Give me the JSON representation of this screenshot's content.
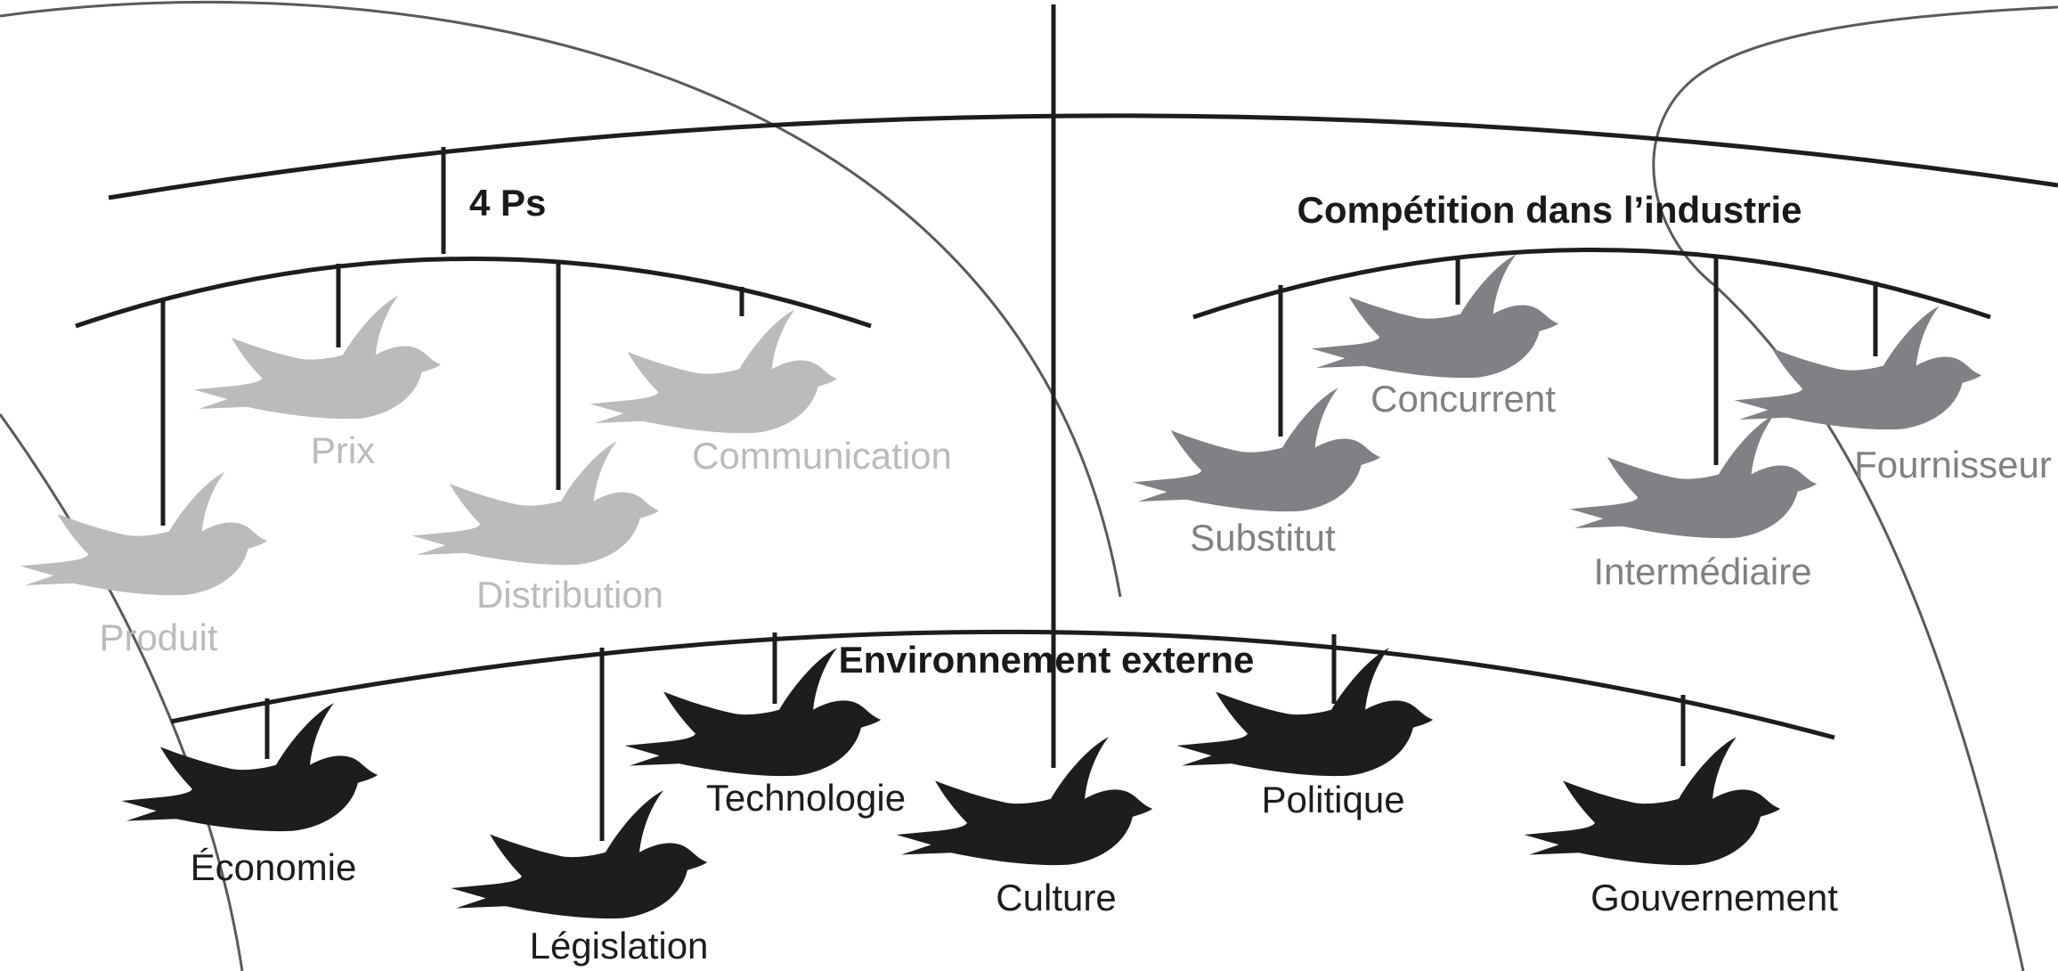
{
  "colors": {
    "light": "#babbbd",
    "medium": "#808184",
    "dark": "#1d1d1f",
    "line": "#1d1d1f",
    "circle": "#5a5a5a"
  },
  "groups": {
    "four_ps": {
      "title": "4 Ps",
      "tone": "light",
      "items": [
        {
          "key": "produit",
          "label": "Produit"
        },
        {
          "key": "prix",
          "label": "Prix"
        },
        {
          "key": "distribution",
          "label": "Distribution"
        },
        {
          "key": "communication",
          "label": "Communication"
        }
      ]
    },
    "competition": {
      "title": "Compétition dans l’industrie",
      "tone": "medium",
      "items": [
        {
          "key": "substitut",
          "label": "Substitut"
        },
        {
          "key": "concurrent",
          "label": "Concurrent"
        },
        {
          "key": "intermediaire",
          "label": "Intermédiaire"
        },
        {
          "key": "fournisseur",
          "label": "Fournisseur"
        }
      ]
    },
    "environnement": {
      "title": "Environnement externe",
      "tone": "dark",
      "items": [
        {
          "key": "economie",
          "label": "Économie"
        },
        {
          "key": "legislation",
          "label": "Législation"
        },
        {
          "key": "technologie",
          "label": "Technologie"
        },
        {
          "key": "culture",
          "label": "Culture"
        },
        {
          "key": "politique",
          "label": "Politique"
        },
        {
          "key": "gouvernement",
          "label": "Gouvernement"
        }
      ]
    }
  }
}
